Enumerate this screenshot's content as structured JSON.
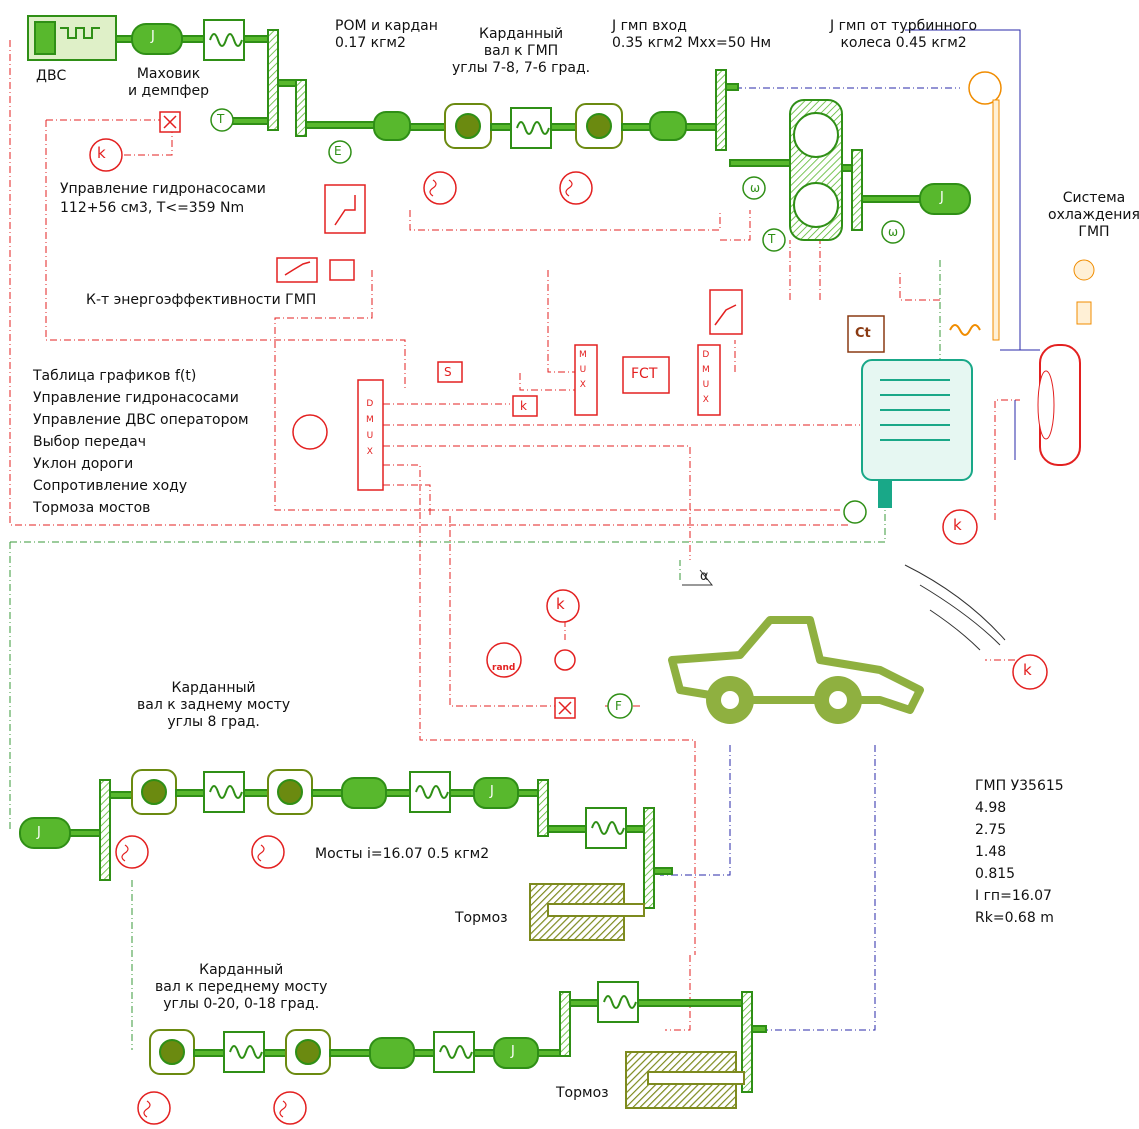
{
  "labels": {
    "engine": "ДВС",
    "flywheel": "Маховик\nи демпфер",
    "pto_cardan": "РОМ и кардан\n0.17 кгм2",
    "cardan_to_gmp": "Карданный\nвал к ГМП\nуглы 7-8, 7-6 град.",
    "j_gmp_in": "J гмп вход\n0.35 кгм2 Мхх=50 Нм",
    "j_gmp_turbine": "J гмп от турбинного\nколеса 0.45 кгм2",
    "pump_control": "Управление гидронасосами\n112+56 см3, Т<=359 Nm",
    "efficiency": "К-т энергоэффективности ГМП",
    "cooling": "Система\nохлаждения\nГМП",
    "table_list": "Таблица графиков f(t)\nУправление гидронасосами\nУправление ДВС оператором\nВыбор передач\nУклон дороги\nСопротивление ходу\nТормоза мостов",
    "rear_cardan": "Карданный\nвал к заднему мосту\nуглы 8 град.",
    "axles": "Мосты  i=16.07 0.5 кгм2",
    "brake1": "Тормоз",
    "front_cardan": "Карданный\nвал к переднему мосту\nуглы 0-20, 0-18 град.",
    "brake2": "Тормоз",
    "gmp_params": "ГМП У35615\n4.98\n2.75\n1.48\n0.815\nI гп=16.07\nRk=0.68 m"
  },
  "blocks": {
    "mux": "M\nU\nX",
    "dmux": "D\nM\nU\nX",
    "fct": "FCT",
    "s": "S",
    "k": "k",
    "ct": "Ct",
    "rand": "rand",
    "j": "J",
    "t": "T",
    "e": "E",
    "f": "F",
    "omega": "ω",
    "alpha": "α"
  },
  "colors": {
    "mech": "#58b82d",
    "mech_dark": "#2f8f16",
    "olive": "#7d8a1e",
    "signal": "#e32020",
    "teal": "#19a888",
    "orange": "#f08c00",
    "brown": "#8a3a12",
    "blue": "#2a2aa8",
    "sig_green": "#3a9a3a"
  }
}
